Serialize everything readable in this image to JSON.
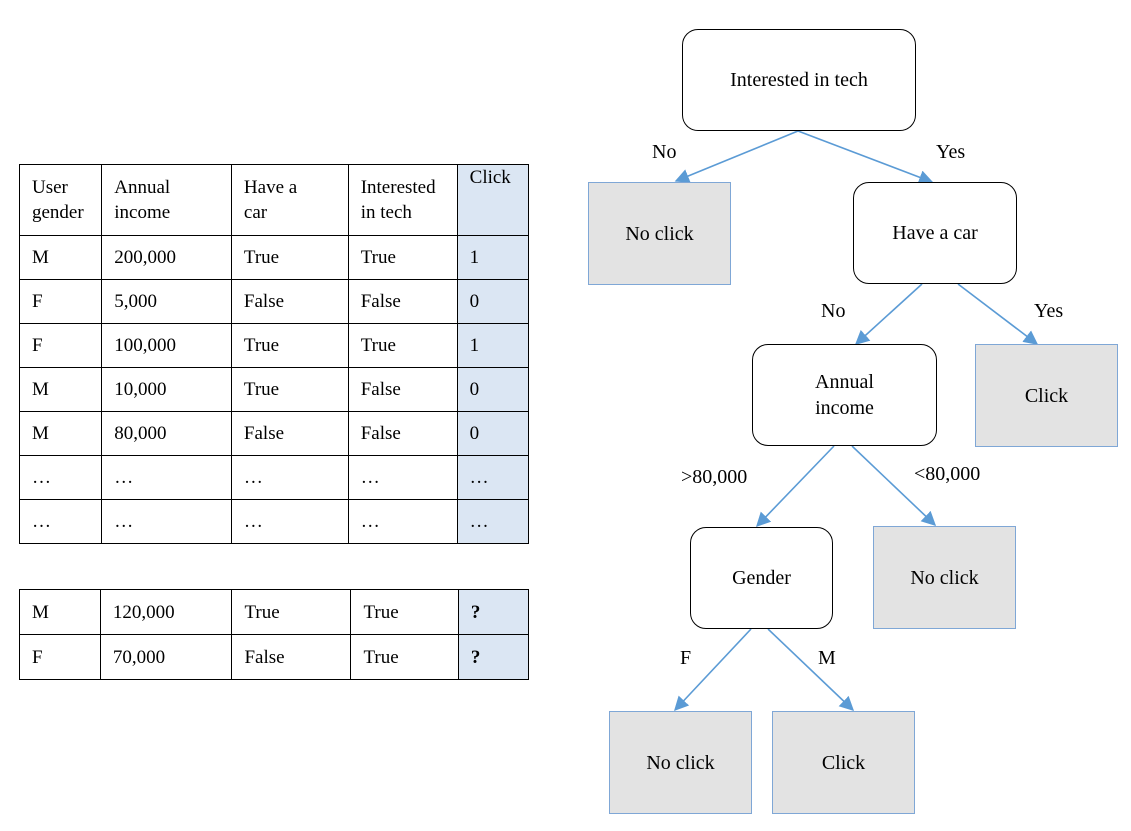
{
  "training_table": {
    "headers": [
      "User gender",
      "Annual income",
      "Have a car",
      "Interested in tech",
      "Click"
    ],
    "header_lines": [
      [
        "User",
        "gender"
      ],
      [
        "Annual",
        "income"
      ],
      [
        "Have a",
        "car"
      ],
      [
        "Interested",
        "in tech"
      ],
      [
        "Click"
      ]
    ],
    "rows": [
      [
        "M",
        "200,000",
        "True",
        "True",
        "1"
      ],
      [
        "F",
        "5,000",
        "False",
        "False",
        "0"
      ],
      [
        "F",
        "100,000",
        "True",
        "True",
        "1"
      ],
      [
        "M",
        "10,000",
        "True",
        "False",
        "0"
      ],
      [
        "M",
        "80,000",
        "False",
        "False",
        "0"
      ],
      [
        "…",
        "…",
        "…",
        "…",
        "…"
      ],
      [
        "…",
        "…",
        "…",
        "…",
        "…"
      ]
    ]
  },
  "test_table": {
    "rows": [
      [
        "M",
        "120,000",
        "True",
        "True",
        "?"
      ],
      [
        "F",
        "70,000",
        "False",
        "True",
        "?"
      ]
    ]
  },
  "tree": {
    "nodes": {
      "root": "Interested in tech",
      "no_click_1": "No click",
      "have_car": "Have a car",
      "annual_income": "Annual income",
      "click_1": "Click",
      "gender": "Gender",
      "no_click_2": "No click",
      "no_click_3": "No click",
      "click_2": "Click"
    },
    "edges": {
      "root_no": "No",
      "root_yes": "Yes",
      "car_no": "No",
      "car_yes": "Yes",
      "income_gt": ">80,000",
      "income_lt": "<80,000",
      "gender_f": "F",
      "gender_m": "M"
    }
  },
  "colors": {
    "click_column_fill": "#dbe6f3",
    "leaf_fill": "#e3e3e3",
    "leaf_border": "#7fa7d6",
    "edge_color": "#5b9bd5"
  }
}
